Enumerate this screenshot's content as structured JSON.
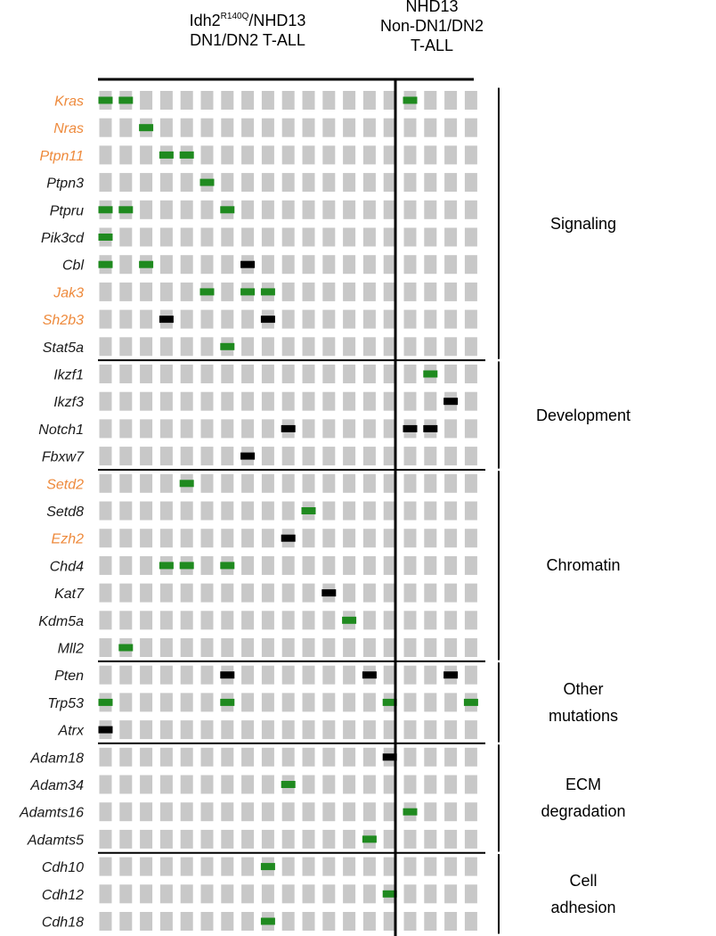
{
  "header": {
    "group1_line1_pre": "Idh2",
    "group1_line1_sup": "R140Q",
    "group1_line1_post": "/NHD13",
    "group1_line2": "DN1/DN2 T-ALL",
    "group2_line1": "NHD13",
    "group2_line2": "Non-DN1/DN2",
    "group2_line3": "T-ALL"
  },
  "colors": {
    "cell": "#c8c8c8",
    "green": "#1f8a1f",
    "black": "#000000",
    "highlight_gene": "#ee8a3c",
    "normal_gene": "#1a1a1a"
  },
  "genes": [
    {
      "name": "Kras",
      "highlight": true,
      "marks": [
        [
          0,
          "g"
        ],
        [
          1,
          "g"
        ],
        [
          15,
          "g"
        ]
      ]
    },
    {
      "name": "Nras",
      "highlight": true,
      "marks": [
        [
          2,
          "g"
        ]
      ]
    },
    {
      "name": "Ptpn11",
      "highlight": true,
      "marks": [
        [
          3,
          "g"
        ],
        [
          4,
          "g"
        ]
      ]
    },
    {
      "name": "Ptpn3",
      "highlight": false,
      "marks": [
        [
          5,
          "g"
        ]
      ]
    },
    {
      "name": "Ptpru",
      "highlight": false,
      "marks": [
        [
          0,
          "g"
        ],
        [
          1,
          "g"
        ],
        [
          6,
          "g"
        ]
      ]
    },
    {
      "name": "Pik3cd",
      "highlight": false,
      "marks": [
        [
          0,
          "g"
        ]
      ]
    },
    {
      "name": "Cbl",
      "highlight": false,
      "marks": [
        [
          0,
          "g"
        ],
        [
          2,
          "g"
        ],
        [
          7,
          "k"
        ]
      ]
    },
    {
      "name": "Jak3",
      "highlight": true,
      "marks": [
        [
          5,
          "g"
        ],
        [
          7,
          "g"
        ],
        [
          8,
          "g"
        ]
      ]
    },
    {
      "name": "Sh2b3",
      "highlight": true,
      "marks": [
        [
          3,
          "k"
        ],
        [
          8,
          "k"
        ]
      ]
    },
    {
      "name": "Stat5a",
      "highlight": false,
      "marks": [
        [
          6,
          "g"
        ]
      ]
    },
    {
      "name": "Ikzf1",
      "highlight": false,
      "marks": [
        [
          16,
          "g"
        ]
      ]
    },
    {
      "name": "Ikzf3",
      "highlight": false,
      "marks": [
        [
          17,
          "k"
        ]
      ]
    },
    {
      "name": "Notch1",
      "highlight": false,
      "marks": [
        [
          9,
          "k"
        ],
        [
          15,
          "k"
        ],
        [
          16,
          "k"
        ]
      ]
    },
    {
      "name": "Fbxw7",
      "highlight": false,
      "marks": [
        [
          7,
          "k"
        ]
      ]
    },
    {
      "name": "Setd2",
      "highlight": true,
      "marks": [
        [
          4,
          "g"
        ]
      ]
    },
    {
      "name": "Setd8",
      "highlight": false,
      "marks": [
        [
          10,
          "g"
        ]
      ]
    },
    {
      "name": "Ezh2",
      "highlight": true,
      "marks": [
        [
          9,
          "k"
        ]
      ]
    },
    {
      "name": "Chd4",
      "highlight": false,
      "marks": [
        [
          3,
          "g"
        ],
        [
          4,
          "g"
        ],
        [
          6,
          "g"
        ]
      ]
    },
    {
      "name": "Kat7",
      "highlight": false,
      "marks": [
        [
          11,
          "k"
        ]
      ]
    },
    {
      "name": "Kdm5a",
      "highlight": false,
      "marks": [
        [
          12,
          "g"
        ]
      ]
    },
    {
      "name": "Mll2",
      "highlight": false,
      "marks": [
        [
          1,
          "g"
        ]
      ]
    },
    {
      "name": "Pten",
      "highlight": false,
      "marks": [
        [
          6,
          "k"
        ],
        [
          13,
          "k"
        ],
        [
          17,
          "k"
        ]
      ]
    },
    {
      "name": "Trp53",
      "highlight": false,
      "marks": [
        [
          0,
          "g"
        ],
        [
          6,
          "g"
        ],
        [
          14,
          "g"
        ],
        [
          18,
          "g"
        ]
      ]
    },
    {
      "name": "Atrx",
      "highlight": false,
      "marks": [
        [
          0,
          "k"
        ]
      ]
    },
    {
      "name": "Adam18",
      "highlight": false,
      "marks": [
        [
          14,
          "k"
        ]
      ]
    },
    {
      "name": "Adam34",
      "highlight": false,
      "marks": [
        [
          9,
          "g"
        ]
      ]
    },
    {
      "name": "Adamts16",
      "highlight": false,
      "marks": [
        [
          15,
          "g"
        ]
      ]
    },
    {
      "name": "Adamts5",
      "highlight": false,
      "marks": [
        [
          13,
          "g"
        ]
      ]
    },
    {
      "name": "Cdh10",
      "highlight": false,
      "marks": [
        [
          8,
          "g"
        ]
      ]
    },
    {
      "name": "Cdh12",
      "highlight": false,
      "marks": [
        [
          14,
          "g"
        ]
      ]
    },
    {
      "name": "Cdh18",
      "highlight": false,
      "marks": [
        [
          8,
          "g"
        ]
      ]
    }
  ],
  "groups": [
    {
      "lines": [
        "Signaling"
      ],
      "start": 0,
      "end": 9
    },
    {
      "lines": [
        "Development"
      ],
      "start": 10,
      "end": 13
    },
    {
      "lines": [
        "Chromatin"
      ],
      "start": 14,
      "end": 20
    },
    {
      "lines": [
        "Other",
        "mutations"
      ],
      "start": 21,
      "end": 23
    },
    {
      "lines": [
        "ECM",
        "degradation"
      ],
      "start": 24,
      "end": 27
    },
    {
      "lines": [
        "Cell",
        "adhesion"
      ],
      "start": 28,
      "end": 30
    }
  ]
}
